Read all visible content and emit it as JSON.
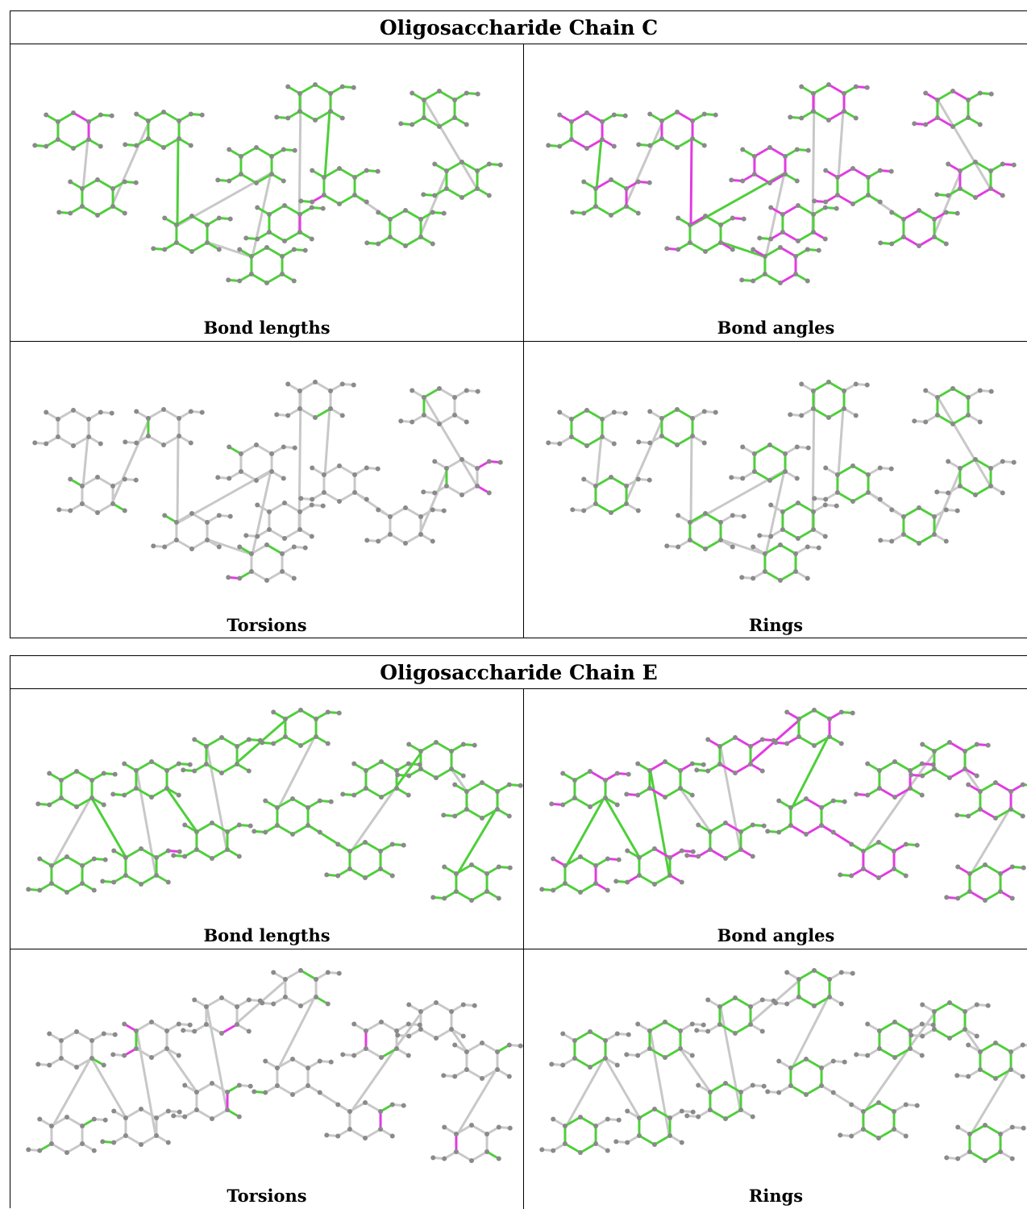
{
  "colors": {
    "within_limits": "#4ecf3a",
    "outlier": "#e23be2",
    "unflagged": "#c8c8c8",
    "atom": "#8a8a8a"
  },
  "tables": [
    {
      "title": "Oligosaccharide Chain C",
      "panels": [
        {
          "caption": "Bond lengths",
          "mode": "bond_lengths"
        },
        {
          "caption": "Bond angles",
          "mode": "bond_angles"
        },
        {
          "caption": "Torsions",
          "mode": "torsions"
        },
        {
          "caption": "Rings",
          "mode": "rings"
        }
      ]
    },
    {
      "title": "Oligosaccharide Chain E",
      "panels": [
        {
          "caption": "Bond lengths",
          "mode": "bond_lengths"
        },
        {
          "caption": "Bond angles",
          "mode": "bond_angles"
        },
        {
          "caption": "Torsions",
          "mode": "torsions"
        },
        {
          "caption": "Rings",
          "mode": "rings"
        }
      ]
    }
  ]
}
